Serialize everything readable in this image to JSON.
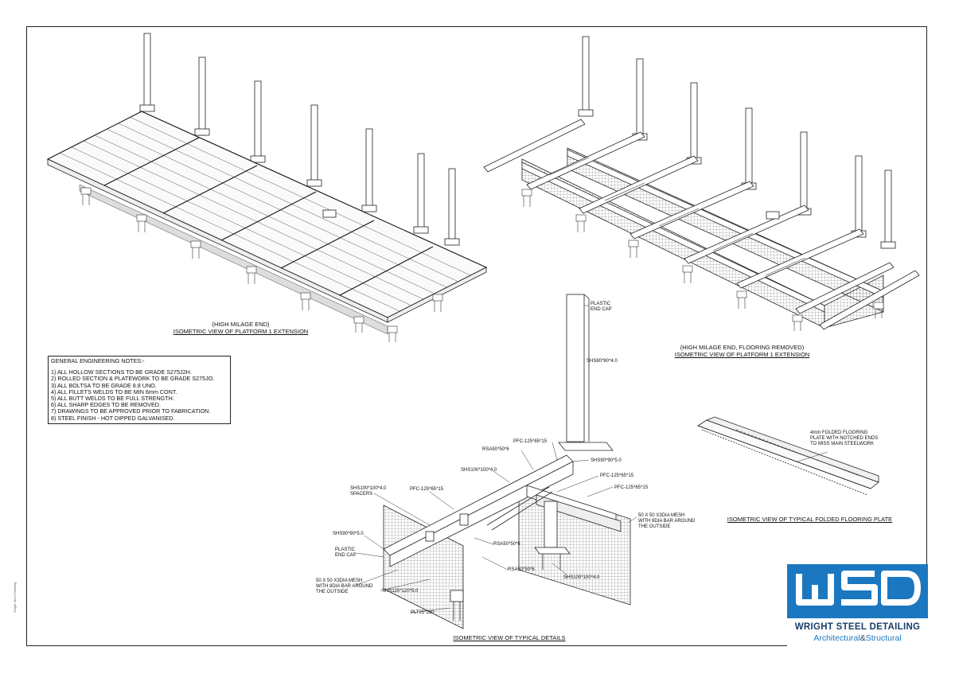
{
  "drawing": {
    "side_note": "Wright Steel Detailing",
    "view1": {
      "line1": "(HIGH MILAGE END)",
      "line2": "ISOMETRIC VIEW OF PLATFORM 1 EXTENSION"
    },
    "view2": {
      "line1": "(HIGH MILAGE END, FLOORING REMOVED)",
      "line2": "ISOMETRIC VIEW OF PLATFORM 1 EXTENSION"
    },
    "view3": {
      "title": "ISOMETRIC VIEW OF TYPICAL DETAILS"
    },
    "view4": {
      "title": "ISOMETRIC VIEW OF TYPICAL FOLDED FLOORING PLATE"
    }
  },
  "notes": {
    "heading": "GENERAL ENGINEERING NOTES:-",
    "items": [
      "1) ALL HOLLOW SECTIONS TO BE GRADE S275J2H.",
      "2) ROLLED SECTION & PLATEWORK TO BE GRADE S275JO.",
      "3) ALL BOLTSA TO BE GRADE 8.8 UNO.",
      "4) ALL FILLETS WELDS TO BE MIN 6mm CONT.",
      "5) ALL BUTT WELDS TO BE FULL STRENGTH.",
      "6) ALL SHARP EDGES TO BE REMOVED.",
      "7) DRAWINGS TO BE APPROVED PRIOR TO FABRICATION.",
      "8) STEEL FINISH - HOT DIPPED GALVANISED."
    ]
  },
  "details": {
    "plastic_end_cap_top": "PLASTIC\nEND CAP",
    "shs80": "SHS80*80*4.0",
    "pfc_top": "PFC-125*65*15",
    "rsa_top": "RSA50*50*6",
    "shs90_right": "SHS90*90*5.0",
    "shs100_top": "SHS100*100*4.0",
    "pfc_right1": "PFC-125*65*15",
    "pfc_right2": "PFC-125*65*15",
    "shs100_spacers": "SHS100*100*4.0\nSPACERS",
    "pfc_left": "PFC-125*65*15",
    "mesh_right": "50 X 50 X3DIA MESH\nWITH 8DIA BAR AROUND\nTHE OUTSIDE",
    "shs90_left": "SHS90*90*5.0",
    "plastic_end_cap_left": "PLASTIC\nEND CAP",
    "rsa_mid": "RSA50*50*6",
    "rsa_low": "RSA50*50*6",
    "mesh_left": "50 X 50 X3DIA MESH\nWITH 8DIA BAR AROUND\nTHE OUTSIDE",
    "shs100_bottom": "SHS100*100*4.0",
    "shs120": "SHS120*120*5.0",
    "plt": "PLT25*230"
  },
  "floor_plate_label": "4mm FOLDED FLOORING\nPLATE WITH NOTCHED ENDS\nTO MISS MAIN STEELWORK",
  "logo": {
    "mark": "WSD",
    "company": "WRIGHT STEEL DETAILING",
    "tag_a": "Architectural",
    "tag_amp": "&",
    "tag_b": "Structural",
    "band_color": "#1b78c0",
    "text_color": "#173e6b"
  }
}
